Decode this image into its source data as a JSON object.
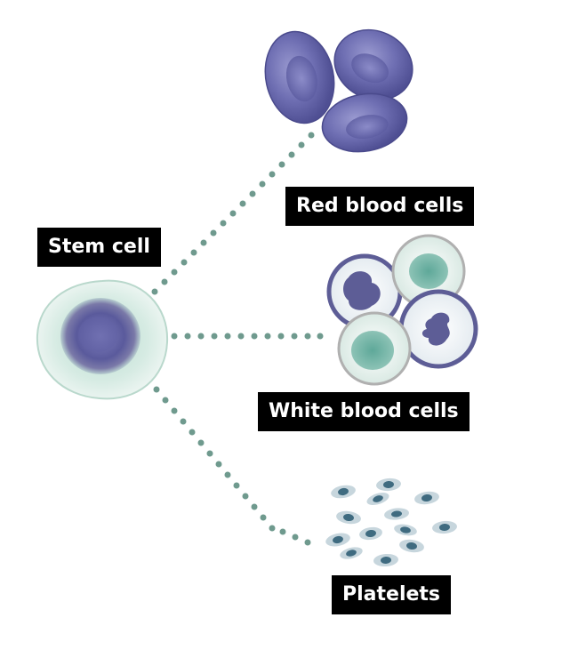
{
  "labels": {
    "stem_cell": "Stem cell",
    "red_blood_cells": "Red blood cells",
    "white_blood_cells": "White blood cells",
    "platelets": "Platelets"
  },
  "colors": {
    "connector_dots": "#6f9a8e",
    "stem_cell_outer": "#d2e7df",
    "stem_cell_nucleus": "#5a5a9c",
    "red_blood_cell": "#6e6eb2",
    "white_cell_ring_purple": "#5d5d96",
    "white_cell_ring_grey": "#a8a8a8",
    "white_cell_nucleus_teal": "#69ad9e",
    "platelet_body": "#5a8297",
    "label_background": "#000000",
    "label_text": "#ffffff"
  },
  "icons": [
    "stem-cell-icon",
    "red-blood-cell-icon",
    "white-blood-cell-icon",
    "platelet-icon"
  ]
}
